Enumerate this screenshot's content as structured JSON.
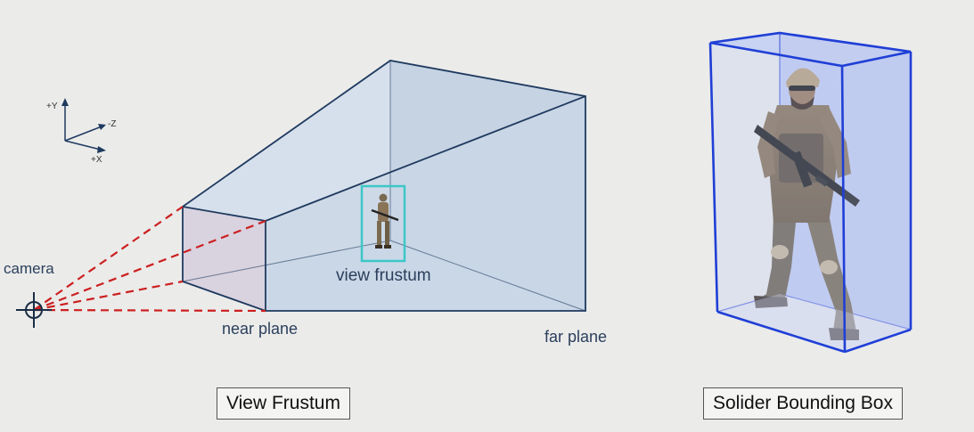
{
  "axes": {
    "y_label": "+Y",
    "z_label": "-Z",
    "x_label": "+X"
  },
  "labels": {
    "camera": "camera",
    "near_plane": "near plane",
    "far_plane": "far plane",
    "view_frustum": "view frustum"
  },
  "captions": {
    "left": "View Frustum",
    "right": "Solider Bounding Box"
  },
  "colors": {
    "frustum_edge": "#1f3a5f",
    "frustum_fill": "#c9d6e6",
    "ray": "#cc1f1f",
    "highlight_box": "#3cc7c7",
    "bbox_edge": "#1f3fd6",
    "bbox_fill": "#b9c6f2",
    "label_text": "#2b3f5c"
  },
  "icons": [
    "camera-crosshair-icon",
    "soldier-figure",
    "axis-gizmo-icon"
  ]
}
